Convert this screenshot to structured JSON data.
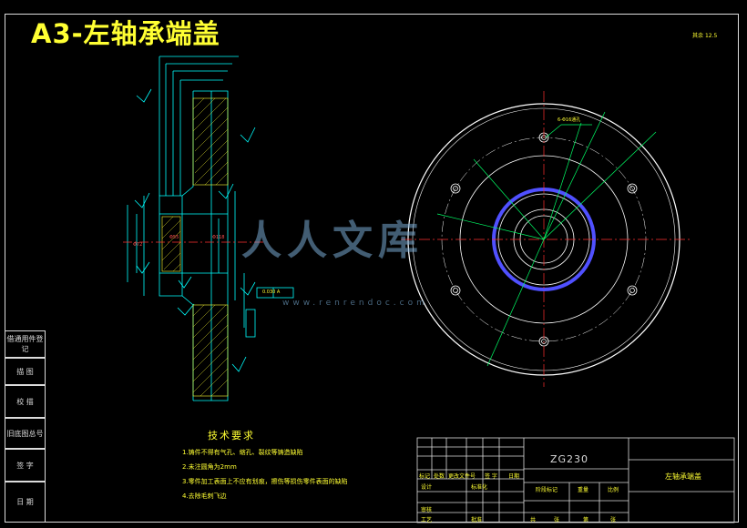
{
  "drawing": {
    "title": "A3-左轴承端盖",
    "roughness_note": "12.5",
    "roughness_label": "其余"
  },
  "left_strip": [
    "借通用件登记",
    "描 图",
    "校 描",
    "旧底图总号",
    "签 字",
    "日 期"
  ],
  "technical_requirements": {
    "heading": "技术要求",
    "notes": [
      "1.铸件不得有气孔、缩孔、裂纹等铸造缺陷",
      "2.未注圆角为2mm",
      "3.零件加工表面上不应有划痕，擦伤等损伤零件表面的缺陷",
      "4.去除毛刺飞边"
    ]
  },
  "title_block": {
    "material": "ZG230",
    "part_name": "左轴承端盖",
    "labels": [
      "标记",
      "处数",
      "更改文件号",
      "签 字",
      "日期",
      "设计",
      "标准化",
      "阶段标记",
      "重量",
      "比例",
      "审核",
      "工艺",
      "批准",
      "共",
      "张",
      "第",
      "张"
    ]
  },
  "annotations": {
    "bolt_holes": "6-Φ16通孔",
    "tolerance": "0.030 A",
    "datum": "A"
  },
  "watermark": {
    "text": "人人文库",
    "url": "www.renrendoc.com"
  }
}
